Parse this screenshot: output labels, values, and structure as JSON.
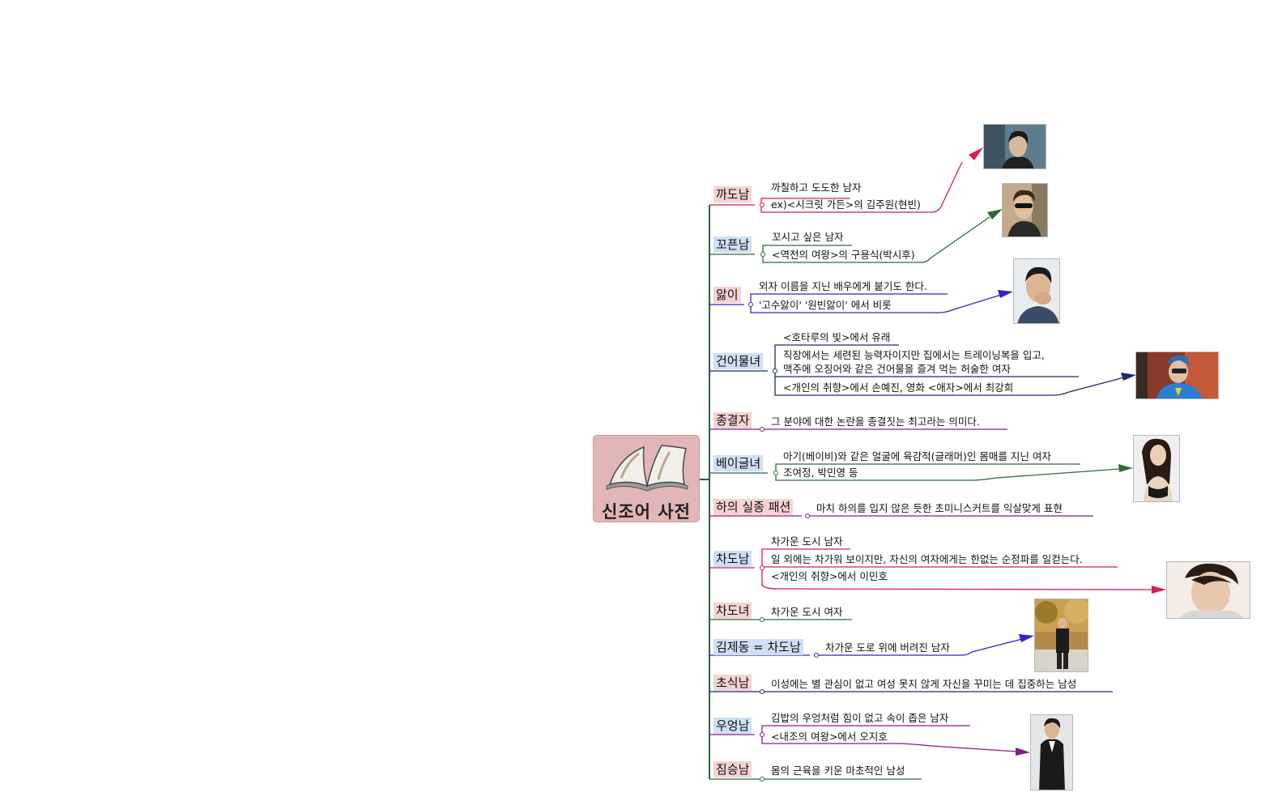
{
  "central": {
    "title": "신조어 사전",
    "icon": "open-book-icon",
    "color": "#e2b6b6"
  },
  "colors": {
    "red": "#d81b60",
    "green": "#2e6b3a",
    "blue": "#3322cc",
    "navy": "#1c2a7a",
    "purple": "#8a1a8a",
    "spine": "#2f5f45",
    "pink_bg": "#f6d2d2",
    "blue_bg": "#cfe0f5"
  },
  "topics": [
    {
      "label": "까도남",
      "leaves": [
        "까칠하고 도도한 남자",
        "ex)<시크릿 가든>의 김주원(현빈)"
      ]
    },
    {
      "label": "꼬픈남",
      "leaves": [
        "꼬시고 싶은 남자",
        "<역전의 여왕>의 구용식(박시후)"
      ]
    },
    {
      "label": "앓이",
      "leaves": [
        "외자 이름을 지닌 배우에게 붙기도 한다.",
        "'고수앓이' '원빈앓이' 에서 비롯"
      ]
    },
    {
      "label": "건어물녀",
      "leaves": [
        "<호타루의 빛>에서 유래",
        "직장에서는 세련된 능력자이지만 집에서는 트레이닝복을 입고,",
        "맥주에 오징어와 같은 건어물을 즐겨 먹는 허술한 여자",
        "<개인의 취향>에서 손예진, 영화 <애자>에서 최강희"
      ]
    },
    {
      "label": "종결자",
      "leaves": [
        "그 분야에 대한 논란을 종결짓는 최고라는 의미다."
      ]
    },
    {
      "label": "베이글녀",
      "leaves": [
        "아기(베이비)와 같은 얼굴에 육감적(글래머)인 몸매를 지닌 여자",
        "조여정, 박민영 등"
      ]
    },
    {
      "label": "하의 실종 패션",
      "leaves": [
        "마치 하의를 입지 않은 듯한 초미니스커트를 익살맞게 표현"
      ]
    },
    {
      "label": "차도남",
      "leaves": [
        "차가운 도시 남자",
        "일 외에는 차가워 보이지만, 자신의 여자에게는 한없는 순정파를 일컫는다.",
        "<개인의 취향>에서 이민호"
      ]
    },
    {
      "label": "차도녀",
      "leaves": [
        "차가운 도시 여자"
      ]
    },
    {
      "label": "김제동 = 차도남",
      "leaves": [
        "차가운 도로 위에 버려진 남자"
      ]
    },
    {
      "label": "초식남",
      "leaves": [
        "이성에는 별 관심이 없고 여성 못지 않게 자신을 꾸미는 데 집중하는 남성"
      ]
    },
    {
      "label": "우엉남",
      "leaves": [
        "김밥의 우엉처럼 힘이 없고 속이 좁은 남자",
        "<내조의 여왕>에서 오지호"
      ]
    },
    {
      "label": "짐승남",
      "leaves": [
        "몸의 근육을 키운 마초적인 남성"
      ]
    }
  ],
  "photos": [
    "photo-hyunbin",
    "photo-parksihoo",
    "photo-actor-yawning",
    "photo-choikanghee",
    "photo-baegel-actress",
    "photo-leeminho",
    "photo-kimjedong",
    "photo-ohjiho"
  ]
}
